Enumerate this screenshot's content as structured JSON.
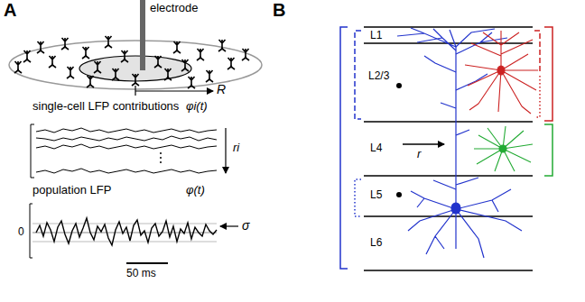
{
  "diagram": {
    "labels": [
      "A",
      "electrode",
      "R",
      "single-cell LFP contributions",
      "φi(t)",
      "ri",
      "population LFP",
      "φ(t)",
      "0",
      "σ",
      "50 ms",
      "B",
      "L1",
      "L2/3",
      "L4",
      "L5",
      "L6",
      "r"
    ]
  }
}
